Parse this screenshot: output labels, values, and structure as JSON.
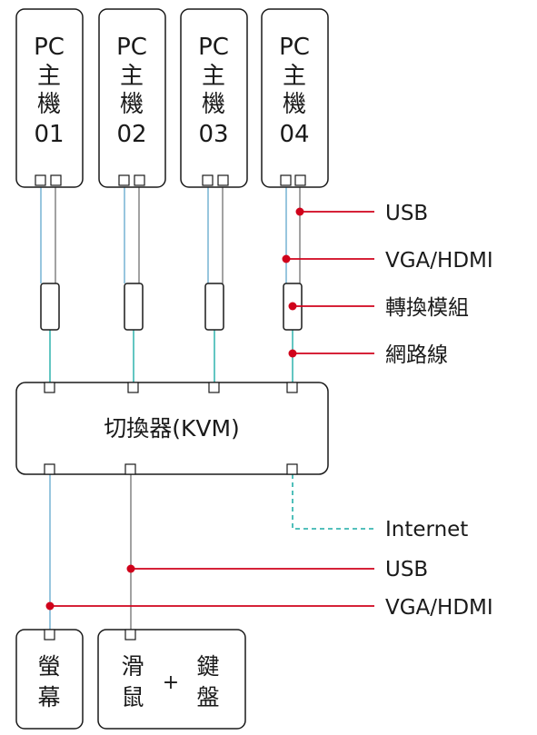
{
  "pcs": [
    {
      "line1": "PC",
      "line2": "主",
      "line3": "機",
      "line4": "01"
    },
    {
      "line1": "PC",
      "line2": "主",
      "line3": "機",
      "line4": "02"
    },
    {
      "line1": "PC",
      "line2": "主",
      "line3": "機",
      "line4": "03"
    },
    {
      "line1": "PC",
      "line2": "主",
      "line3": "機",
      "line4": "04"
    }
  ],
  "kvm": {
    "label": "切換器(KVM)"
  },
  "monitor": {
    "line1": "螢",
    "line2": "幕"
  },
  "mouse": {
    "line1": "滑",
    "line2": "鼠"
  },
  "plus": "+",
  "keyboard": {
    "line1": "鍵",
    "line2": "盤"
  },
  "legend_top": {
    "usb": "USB",
    "vga": "VGA/HDMI",
    "converter": "轉換模組",
    "network": "網路線"
  },
  "legend_bottom": {
    "internet": "Internet",
    "usb": "USB",
    "vga": "VGA/HDMI"
  },
  "colors": {
    "vga_line": "#7fb8d6",
    "usb_line": "#8a8a8a",
    "network_line": "#3cb8b2",
    "callout": "#d0021b",
    "outline": "#1a1a1a"
  }
}
